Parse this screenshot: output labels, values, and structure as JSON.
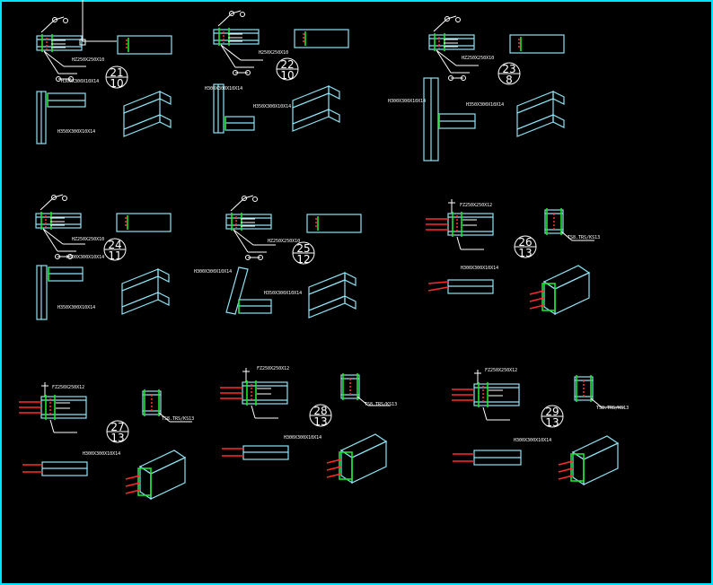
{
  "drawing": {
    "colors": {
      "background": "#000000",
      "border": "#00e5ff",
      "member": "#8fe3f5",
      "weld": "#19e628",
      "bolt": "#ff2a2a",
      "leader": "#ffffff"
    },
    "details": [
      {
        "id": "21",
        "top": "21",
        "bottom": "10",
        "spec_top": "HZ250X250X10",
        "spec_member": "H300X300X10X14",
        "spec_side": "H350X300X10X14"
      },
      {
        "id": "22",
        "top": "22",
        "bottom": "10",
        "spec_top": "H250X250X10",
        "spec_member": "H300X300X10X14",
        "spec_side": "H350X300X10X14"
      },
      {
        "id": "23",
        "top": "23",
        "bottom": "8",
        "spec_top": "HZ250X250X10",
        "spec_member": "H300X300X10X14",
        "spec_side": "H350X300X10X14"
      },
      {
        "id": "24",
        "top": "24",
        "bottom": "11",
        "spec_top": "HZ250X250X10",
        "spec_member": "H300X300X10X14",
        "spec_side": "H350X300X10X14"
      },
      {
        "id": "25",
        "top": "25",
        "bottom": "12",
        "spec_top": "HZ250X250X10",
        "spec_member": "H300X300X10X14",
        "spec_side": "H350X300X10X14"
      },
      {
        "id": "26",
        "top": "26",
        "bottom": "13",
        "spec_top": "FZ250X250X12",
        "spec_member": "H300X300X10X14",
        "spec_side": "TS8.TRS/KS13"
      },
      {
        "id": "27",
        "top": "27",
        "bottom": "13",
        "spec_top": "FZ250X250X12",
        "spec_member": "H300X300X10X14",
        "spec_side": "TS8.TRS/KS13"
      },
      {
        "id": "28",
        "top": "28",
        "bottom": "13",
        "spec_top": "FZ250X250X12",
        "spec_member": "H300X300X10X14",
        "spec_side": "TS8.TRS/KS13"
      },
      {
        "id": "29",
        "top": "29",
        "bottom": "13",
        "spec_top": "FZ250X250X12",
        "spec_member": "H300X300X10X14",
        "spec_side": "TS8.TRS/KS13"
      }
    ]
  }
}
